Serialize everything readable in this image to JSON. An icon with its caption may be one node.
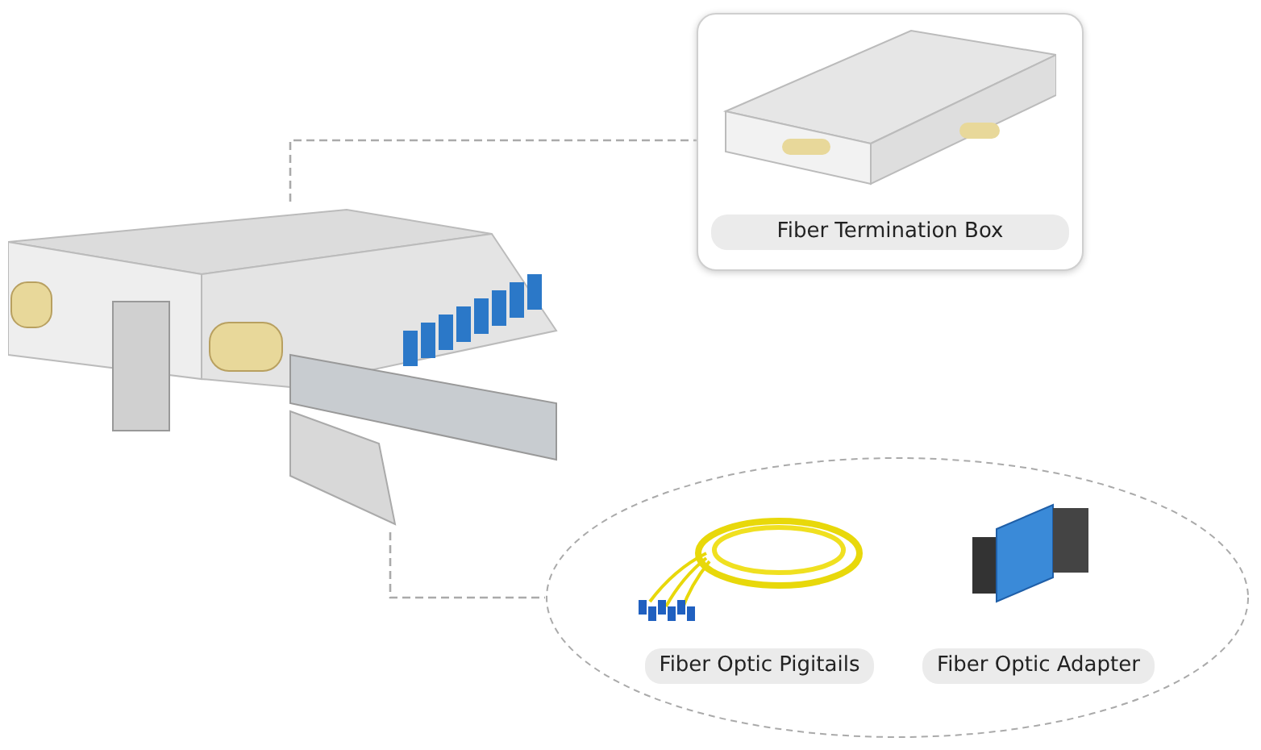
{
  "diagram": {
    "nodes": [
      {
        "text": [],
        "shape": "picture"
      },
      {
        "text": [
          "Fiber Termination Box"
        ]
      },
      {
        "text": [],
        "shape": "ellipse"
      },
      {
        "text": [
          "Fiber Optic Pigitails"
        ],
        "in": 2
      },
      {
        "text": [
          "Fiber Optic Adapter"
        ],
        "in": 2
      }
    ],
    "edges": [
      {
        "from": 0,
        "to": 1,
        "arrow": "none",
        "style": "dashed"
      },
      {
        "from": 0,
        "to": 2,
        "arrow": "none",
        "style": "dashed"
      }
    ]
  }
}
